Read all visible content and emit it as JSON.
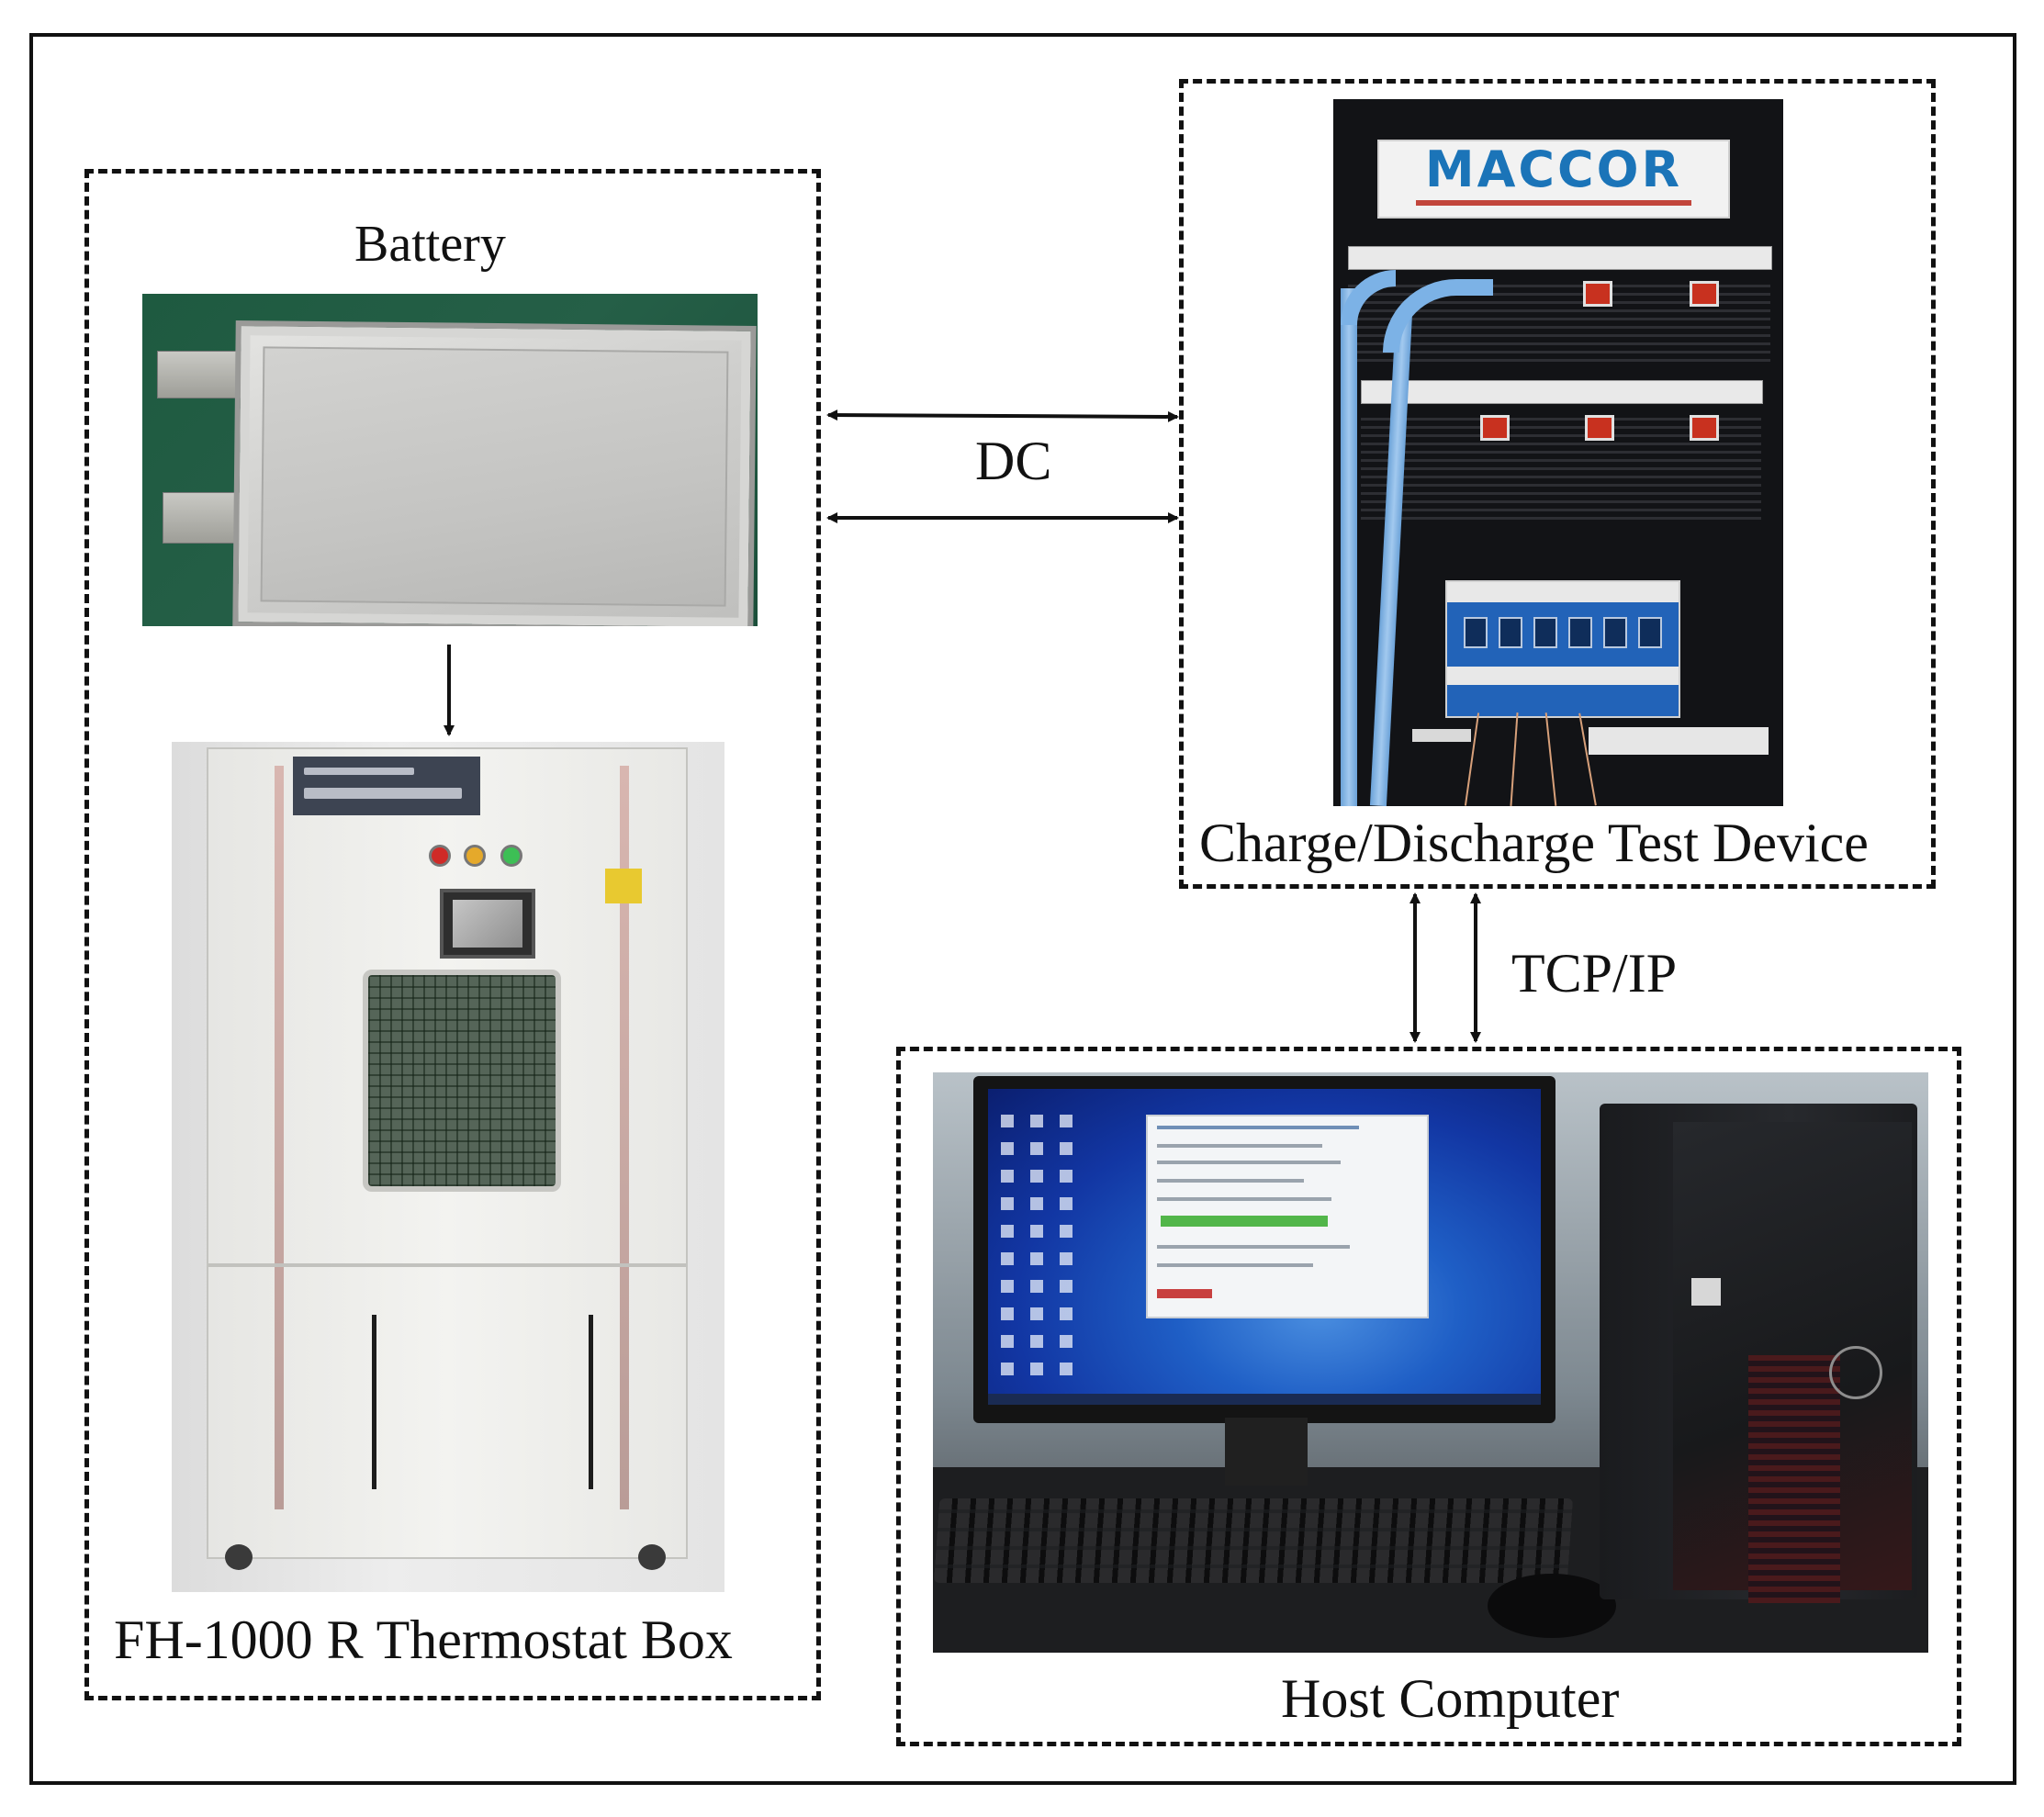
{
  "groups": {
    "thermostat_group": {
      "top_label": "Battery",
      "bottom_label": "FH-1000 R Thermostat Box"
    },
    "test_device_group": {
      "brand": "MACCOR",
      "label": "Charge/Discharge Test Device"
    },
    "host_group": {
      "label": "Host Computer"
    }
  },
  "links": {
    "power": "DC",
    "network": "TCP/IP"
  },
  "colors": {
    "frame": "#111111",
    "background": "#ffffff",
    "rack_brand": "#1b74b8",
    "cable": "#7cb2e6"
  }
}
